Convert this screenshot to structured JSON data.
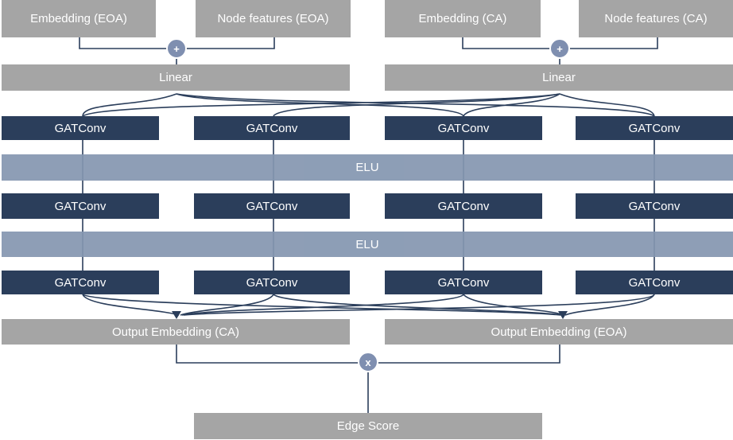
{
  "inputs": {
    "embedding_eoa": "Embedding (EOA)",
    "node_features_eoa": "Node features (EOA)",
    "embedding_ca": "Embedding (CA)",
    "node_features_ca": "Node features (CA)"
  },
  "operators": {
    "add": "+",
    "multiply": "x"
  },
  "linear": {
    "left": "Linear",
    "right": "Linear"
  },
  "gat_label": "GATConv",
  "elu_label": "ELU",
  "outputs": {
    "ca": "Output Embedding (CA)",
    "eoa": "Output Embedding (EOA)"
  },
  "edge_score": "Edge Score",
  "colors": {
    "input_gray": "#a5a5a5",
    "gat_navy": "#2b3e5b",
    "elu_blue": "#8496b0",
    "operator": "#7f8fb0",
    "connector": "#2b3e5b"
  }
}
